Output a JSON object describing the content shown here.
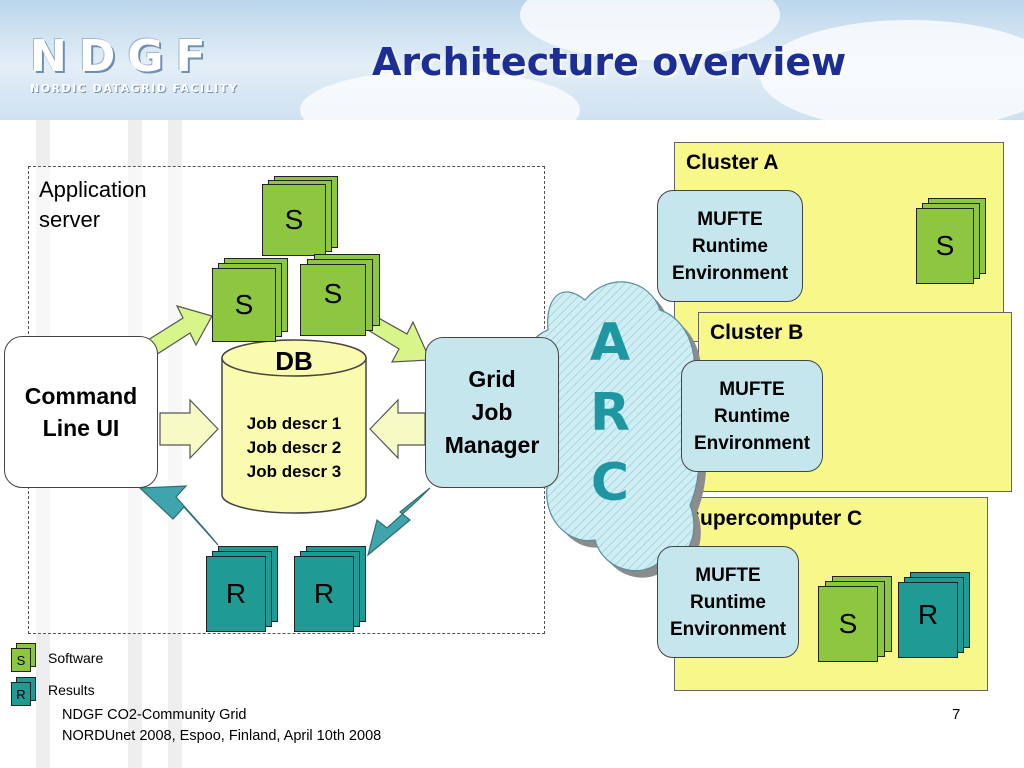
{
  "header": {
    "logo_text": "NDGF",
    "logo_subtitle": "Nordic DataGrid Facility",
    "title": "Architecture overview"
  },
  "diagram": {
    "app_server": {
      "label_line1": "Application",
      "label_line2": "server"
    },
    "command_line_ui": {
      "line1": "Command",
      "line2": "Line UI"
    },
    "db": {
      "title": "DB",
      "jobs": [
        "Job descr 1",
        "Job descr 2",
        "Job descr 3"
      ]
    },
    "grid_job_manager": {
      "line1": "Grid",
      "line2": "Job",
      "line3": "Manager"
    },
    "arc": {
      "letters": [
        "A",
        "R",
        "C"
      ]
    },
    "software_label": "S",
    "results_label": "R",
    "cluster_a": {
      "title": "Cluster A"
    },
    "cluster_b": {
      "title": "Cluster B"
    },
    "supercomputer_c": {
      "title": "Supercomputer C"
    },
    "mufte": {
      "line1": "MUFTE",
      "line2": "Runtime",
      "line3": "Environment"
    },
    "colors": {
      "software": "#8dc63f",
      "results": "#1f9a95",
      "panel": "#f7f78a",
      "mufte": "#c6e6ee",
      "arc_text": "#1f97a3",
      "title": "#1c2e94"
    }
  },
  "legend": {
    "software": {
      "symbol": "S",
      "label": "Software"
    },
    "results": {
      "symbol": "R",
      "label": "Results"
    }
  },
  "footer": {
    "line1": "NDGF CO2-Community Grid",
    "line2": "NORDUnet 2008, Espoo, Finland, April 10th 2008",
    "page_number": "7"
  }
}
